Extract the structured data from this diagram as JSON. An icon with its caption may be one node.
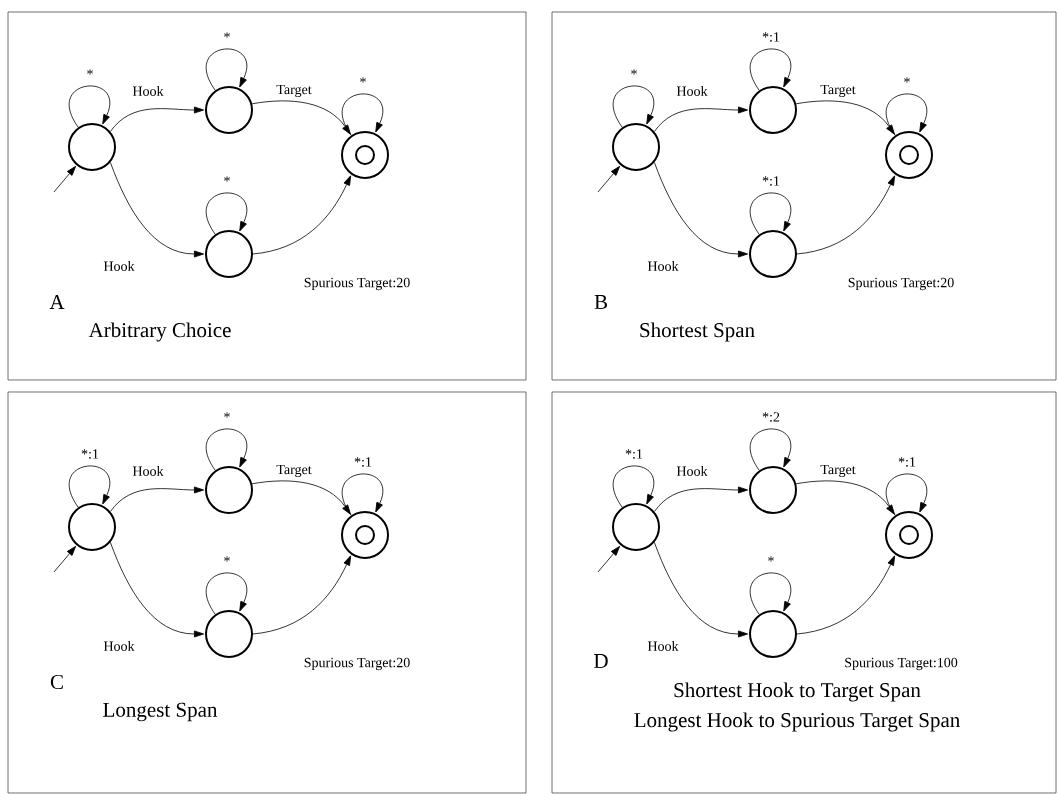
{
  "diagram": {
    "nodes": [
      {
        "text": [
          "A",
          "Arbitrary Choice"
        ]
      },
      {
        "text": [],
        "shape": "circle",
        "in": 0
      },
      {
        "text": [],
        "shape": "circle",
        "in": 0
      },
      {
        "text": [],
        "shape": "circle",
        "in": 0
      },
      {
        "text": [],
        "shape": "double-circle",
        "in": 0
      },
      {
        "text": [
          "B",
          "Shortest Span"
        ]
      },
      {
        "text": [],
        "shape": "circle",
        "in": 5
      },
      {
        "text": [],
        "shape": "circle",
        "in": 5
      },
      {
        "text": [],
        "shape": "circle",
        "in": 5
      },
      {
        "text": [],
        "shape": "double-circle",
        "in": 5
      },
      {
        "text": [
          "C",
          "Longest Span"
        ]
      },
      {
        "text": [],
        "shape": "circle",
        "in": 10
      },
      {
        "text": [],
        "shape": "circle",
        "in": 10
      },
      {
        "text": [],
        "shape": "circle",
        "in": 10
      },
      {
        "text": [],
        "shape": "double-circle",
        "in": 10
      },
      {
        "text": [
          "D",
          "Shortest Hook to Target Span",
          "Longest Hook to Spurious Target Span"
        ]
      },
      {
        "text": [],
        "shape": "circle",
        "in": 15
      },
      {
        "text": [],
        "shape": "circle",
        "in": 15
      },
      {
        "text": [],
        "shape": "circle",
        "in": 15
      },
      {
        "text": [],
        "shape": "double-circle",
        "in": 15
      }
    ],
    "edges": [
      {
        "from": null,
        "to": 1,
        "arrow": "to"
      },
      {
        "from": 1,
        "to": 1,
        "arrow": "to",
        "label": "*"
      },
      {
        "from": 2,
        "to": 2,
        "arrow": "to",
        "label": "*"
      },
      {
        "from": 3,
        "to": 3,
        "arrow": "to",
        "label": "*"
      },
      {
        "from": 4,
        "to": 4,
        "arrow": "to",
        "label": "*"
      },
      {
        "from": 1,
        "to": 2,
        "arrow": "to",
        "label": "Hook"
      },
      {
        "from": 1,
        "to": 3,
        "arrow": "to",
        "label": "Hook"
      },
      {
        "from": 2,
        "to": 4,
        "arrow": "to",
        "label": "Target"
      },
      {
        "from": 3,
        "to": 4,
        "arrow": "to",
        "label": "Spurious Target:20"
      },
      {
        "from": null,
        "to": 6,
        "arrow": "to"
      },
      {
        "from": 6,
        "to": 6,
        "arrow": "to",
        "label": "*"
      },
      {
        "from": 7,
        "to": 7,
        "arrow": "to",
        "label": "*:1"
      },
      {
        "from": 8,
        "to": 8,
        "arrow": "to",
        "label": "*:1"
      },
      {
        "from": 9,
        "to": 9,
        "arrow": "to",
        "label": "*"
      },
      {
        "from": 6,
        "to": 7,
        "arrow": "to",
        "label": "Hook"
      },
      {
        "from": 6,
        "to": 8,
        "arrow": "to",
        "label": "Hook"
      },
      {
        "from": 7,
        "to": 9,
        "arrow": "to",
        "label": "Target"
      },
      {
        "from": 8,
        "to": 9,
        "arrow": "to",
        "label": "Spurious Target:20"
      },
      {
        "from": null,
        "to": 11,
        "arrow": "to"
      },
      {
        "from": 11,
        "to": 11,
        "arrow": "to",
        "label": "*:1"
      },
      {
        "from": 12,
        "to": 12,
        "arrow": "to",
        "label": "*"
      },
      {
        "from": 13,
        "to": 13,
        "arrow": "to",
        "label": "*"
      },
      {
        "from": 14,
        "to": 14,
        "arrow": "to",
        "label": "*:1"
      },
      {
        "from": 11,
        "to": 12,
        "arrow": "to",
        "label": "Hook"
      },
      {
        "from": 11,
        "to": 13,
        "arrow": "to",
        "label": "Hook"
      },
      {
        "from": 12,
        "to": 14,
        "arrow": "to",
        "label": "Target"
      },
      {
        "from": 13,
        "to": 14,
        "arrow": "to",
        "label": "Spurious Target:20"
      },
      {
        "from": null,
        "to": 16,
        "arrow": "to"
      },
      {
        "from": 16,
        "to": 16,
        "arrow": "to",
        "label": "*:1"
      },
      {
        "from": 17,
        "to": 17,
        "arrow": "to",
        "label": "*:2"
      },
      {
        "from": 18,
        "to": 18,
        "arrow": "to",
        "label": "*"
      },
      {
        "from": 19,
        "to": 19,
        "arrow": "to",
        "label": "*:1"
      },
      {
        "from": 16,
        "to": 17,
        "arrow": "to",
        "label": "Hook"
      },
      {
        "from": 16,
        "to": 18,
        "arrow": "to",
        "label": "Hook"
      },
      {
        "from": 17,
        "to": 19,
        "arrow": "to",
        "label": "Target"
      },
      {
        "from": 18,
        "to": 19,
        "arrow": "to",
        "label": "Spurious Target:100"
      }
    ]
  }
}
